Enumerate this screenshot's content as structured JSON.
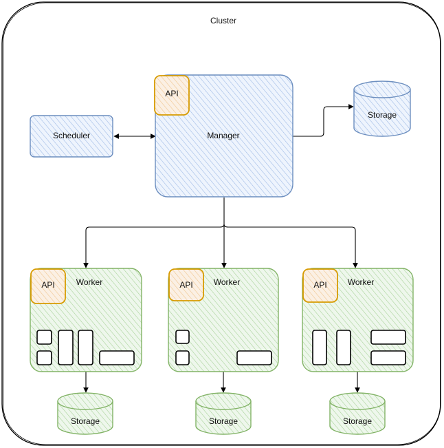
{
  "cluster": {
    "label": "Cluster"
  },
  "manager": {
    "label": "Manager",
    "api_label": "API"
  },
  "scheduler": {
    "label": "Scheduler"
  },
  "manager_storage": {
    "label": "Storage"
  },
  "workers": [
    {
      "label": "Worker",
      "api_label": "API",
      "storage_label": "Storage"
    },
    {
      "label": "Worker",
      "api_label": "API",
      "storage_label": "Storage"
    },
    {
      "label": "Worker",
      "api_label": "API",
      "storage_label": "Storage"
    }
  ],
  "colors": {
    "blue_stroke": "#6c8ebf",
    "blue_fill": "#dae8fc",
    "green_stroke": "#82b366",
    "green_fill": "#d5e8d4",
    "orange_stroke": "#d79b00",
    "orange_fill": "#ffe6cc",
    "line": "#000000"
  }
}
